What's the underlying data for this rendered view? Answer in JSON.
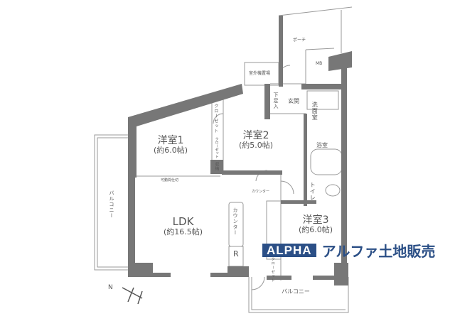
{
  "rooms": {
    "porch": "ポーチ",
    "mb": "MB",
    "outdoor_storage": "室外機置場",
    "shoe_storage": "下足入",
    "entrance": "玄関",
    "washroom": "洗面室",
    "bathroom": "浴室",
    "toilet": "トイレ",
    "room1": {
      "name": "洋室1",
      "size": "(約6.0帖)"
    },
    "room2": {
      "name": "洋室2",
      "size": "(約5.0帖)"
    },
    "room3": {
      "name": "洋室3",
      "size": "(約6.0帖)"
    },
    "ldk": {
      "name": "LDK",
      "size": "(約16.5帖)"
    },
    "closet1": "クローゼット",
    "closet2": "クローゼット",
    "closet3": "クローゼット",
    "storage": "収納",
    "movable_partition": "可動間仕切",
    "counter_small": "カウンター",
    "counter_kitchen": "カウンター",
    "fridge": "R",
    "balcony_west": "バルコニー",
    "balcony_south": "バルコニー"
  },
  "compass": "N",
  "logo": {
    "latin": "ALPHA",
    "japanese": "アルファ土地販売",
    "color": "#2b4f86"
  },
  "colors": {
    "wall": "#777777",
    "line": "#999999"
  }
}
